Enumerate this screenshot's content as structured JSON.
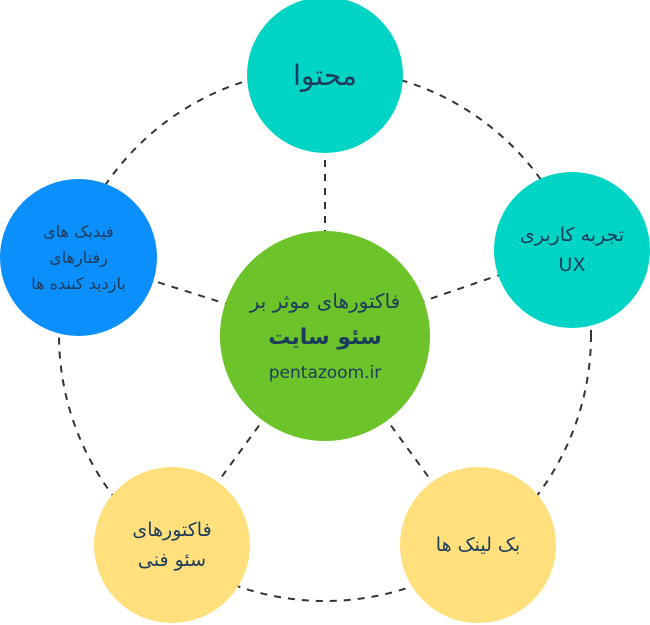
{
  "colors": {
    "teal": "#00d5c5",
    "blue": "#0a8ffc",
    "green": "#6cc32a",
    "yellow": "#ffe07c",
    "text": "#1d3c5c",
    "dash": "#333333"
  },
  "center": {
    "line1": "فاکتورهای موثر بر",
    "line2": "سئو سایت",
    "site": "pentazoom.ir"
  },
  "nodes": {
    "top": {
      "lines": [
        "محتوا"
      ]
    },
    "right": {
      "lines": [
        "تجربه کاربری",
        "UX"
      ]
    },
    "left": {
      "lines": [
        "فیدبک های",
        "رفتارهای",
        "بازدید کننده ها"
      ]
    },
    "bottom_left": {
      "lines": [
        "فاکتورهای",
        "سئو فنی"
      ]
    },
    "bottom_right": {
      "lines": [
        "بک لینک ها"
      ]
    }
  }
}
